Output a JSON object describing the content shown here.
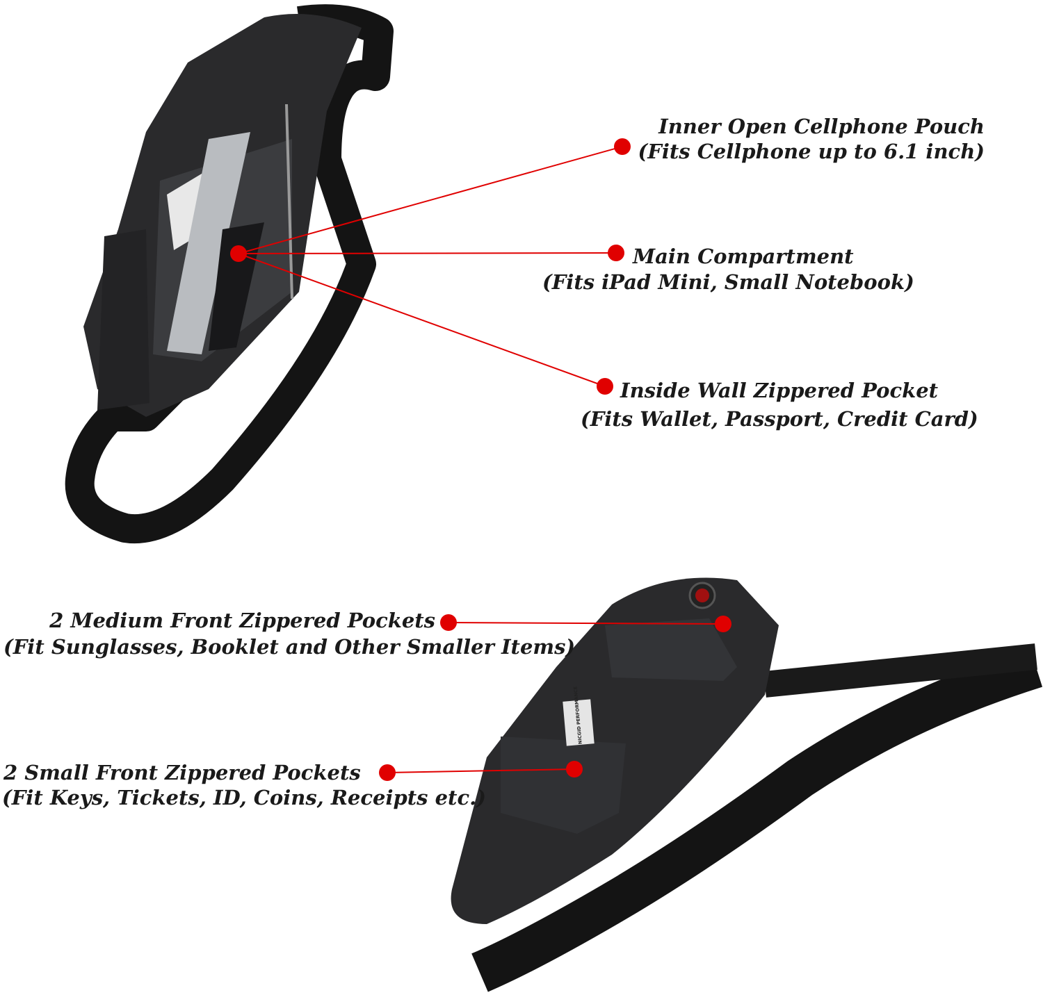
{
  "colors": {
    "accent": "#e00000",
    "bag": "#2a2a2c",
    "strap": "#141414",
    "text": "#1a1a1a"
  },
  "callouts": [
    {
      "title": "Inner Open Cellphone Pouch",
      "detail": "(Fits Cellphone up to 6.1 inch)"
    },
    {
      "title": "Main Compartment",
      "detail": "(Fits iPad Mini, Small Notebook)"
    },
    {
      "title": "Inside Wall Zippered Pocket",
      "detail": "(Fits Wallet, Passport, Credit Card)"
    },
    {
      "title": "2 Medium Front Zippered Pockets",
      "detail": "(Fit Sunglasses, Booklet and Other Smaller Items)"
    },
    {
      "title": "2 Small Front Zippered Pockets",
      "detail": "(Fit Keys, Tickets, ID, Coins, Receipts etc.)"
    }
  ],
  "brand_label": "NICGID PERFORMANCE"
}
